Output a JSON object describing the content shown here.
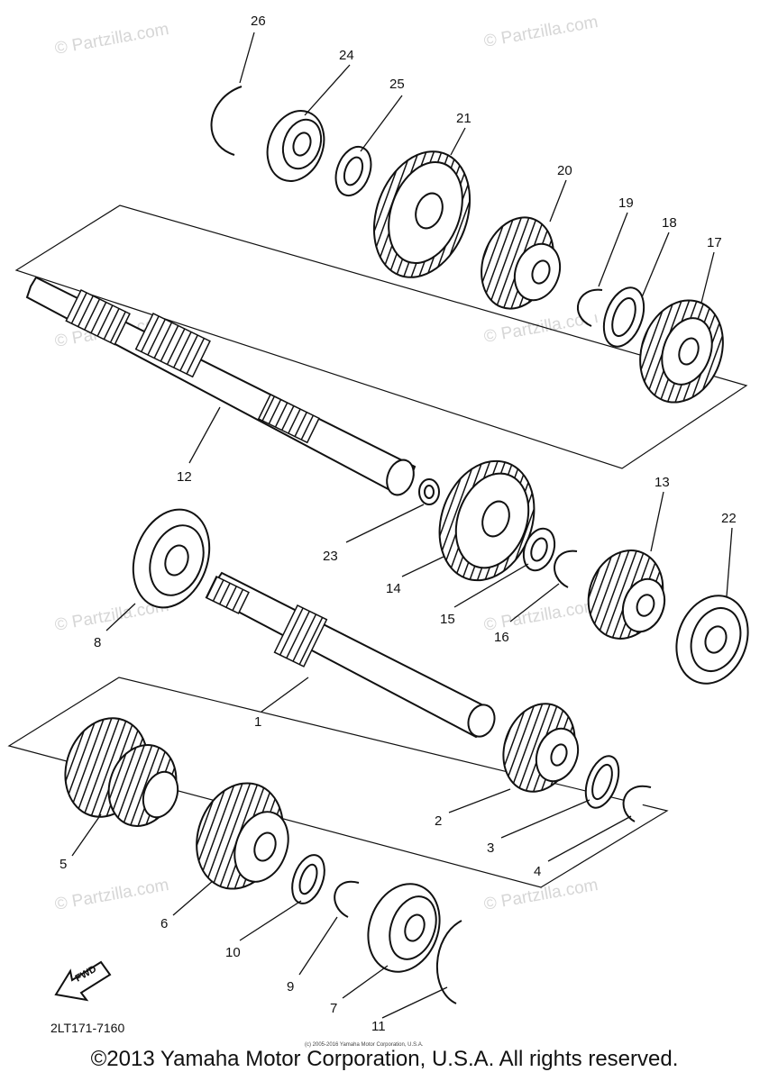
{
  "diagram": {
    "part_numbers": [
      "1",
      "2",
      "3",
      "4",
      "5",
      "6",
      "7",
      "8",
      "9",
      "10",
      "11",
      "12",
      "13",
      "14",
      "15",
      "16",
      "17",
      "18",
      "19",
      "20",
      "21",
      "22",
      "23",
      "24",
      "25",
      "26"
    ],
    "watermark": "© Partzilla.com",
    "direction_badge": "FWD",
    "diagram_code": "2LT171-7160",
    "small_copyright": "(c) 2005-2016 Yamaha Motor Corporation, U.S.A.",
    "copyright": "©2013 Yamaha Motor Corporation, U.S.A. All rights reserved."
  },
  "colors": {
    "ink": "#111111",
    "watermark": "#d6d6d6",
    "background": "#ffffff"
  }
}
